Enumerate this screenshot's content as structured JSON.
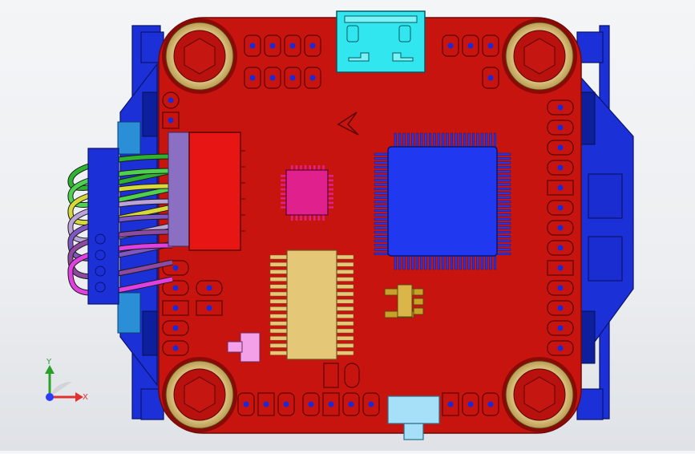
{
  "viewport": {
    "model": "flight-controller-pcb-assembly",
    "view": "top"
  },
  "triad": {
    "x_label": "X",
    "y_label": "Y",
    "x_color": "#e03030",
    "y_color": "#2aa02a",
    "z_color": "#2b3cff"
  },
  "colors": {
    "board": "#c8140f",
    "frame": "#1c30d8",
    "mount_ring": "#e8cf8a",
    "usb": "#31e6ee",
    "mcu": "#2038f0",
    "gyro": "#e0208c",
    "driver": "#e4c878",
    "connector": "#e81515",
    "wire_colors": [
      "#2fb22f",
      "#4fd14f",
      "#d8d83a",
      "#b9a3d8",
      "#7e57c2",
      "#8e4aa0",
      "#e040e0"
    ]
  }
}
